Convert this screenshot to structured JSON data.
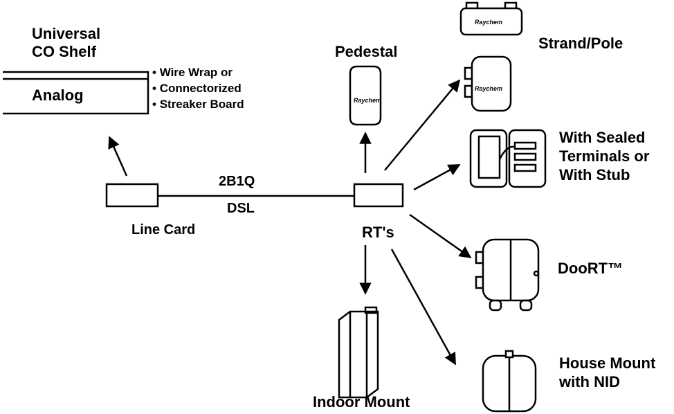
{
  "co_shelf": {
    "title_line1": "Universal",
    "title_line2": "CO Shelf",
    "box_label": "Analog",
    "bullets": [
      "Wire Wrap or",
      "Connectorized",
      "Streaker Board"
    ]
  },
  "line": {
    "protocol_top": "2B1Q",
    "protocol_bottom": "DSL"
  },
  "line_card_label": "Line Card",
  "rt_label": "RT's",
  "pedestal": {
    "label": "Pedestal",
    "brand": "Raychem"
  },
  "strand_pole": {
    "label": "Strand/Pole",
    "brand_top": "Raychem",
    "brand_side": "Raychem"
  },
  "sealed_terminals": {
    "line1": "With Sealed",
    "line2": "Terminals or",
    "line3": "With Stub"
  },
  "doort": {
    "label": "DooRT™"
  },
  "house_mount": {
    "line1": "House Mount",
    "line2": "with NID"
  },
  "indoor_mount": {
    "label": "Indoor Mount"
  }
}
